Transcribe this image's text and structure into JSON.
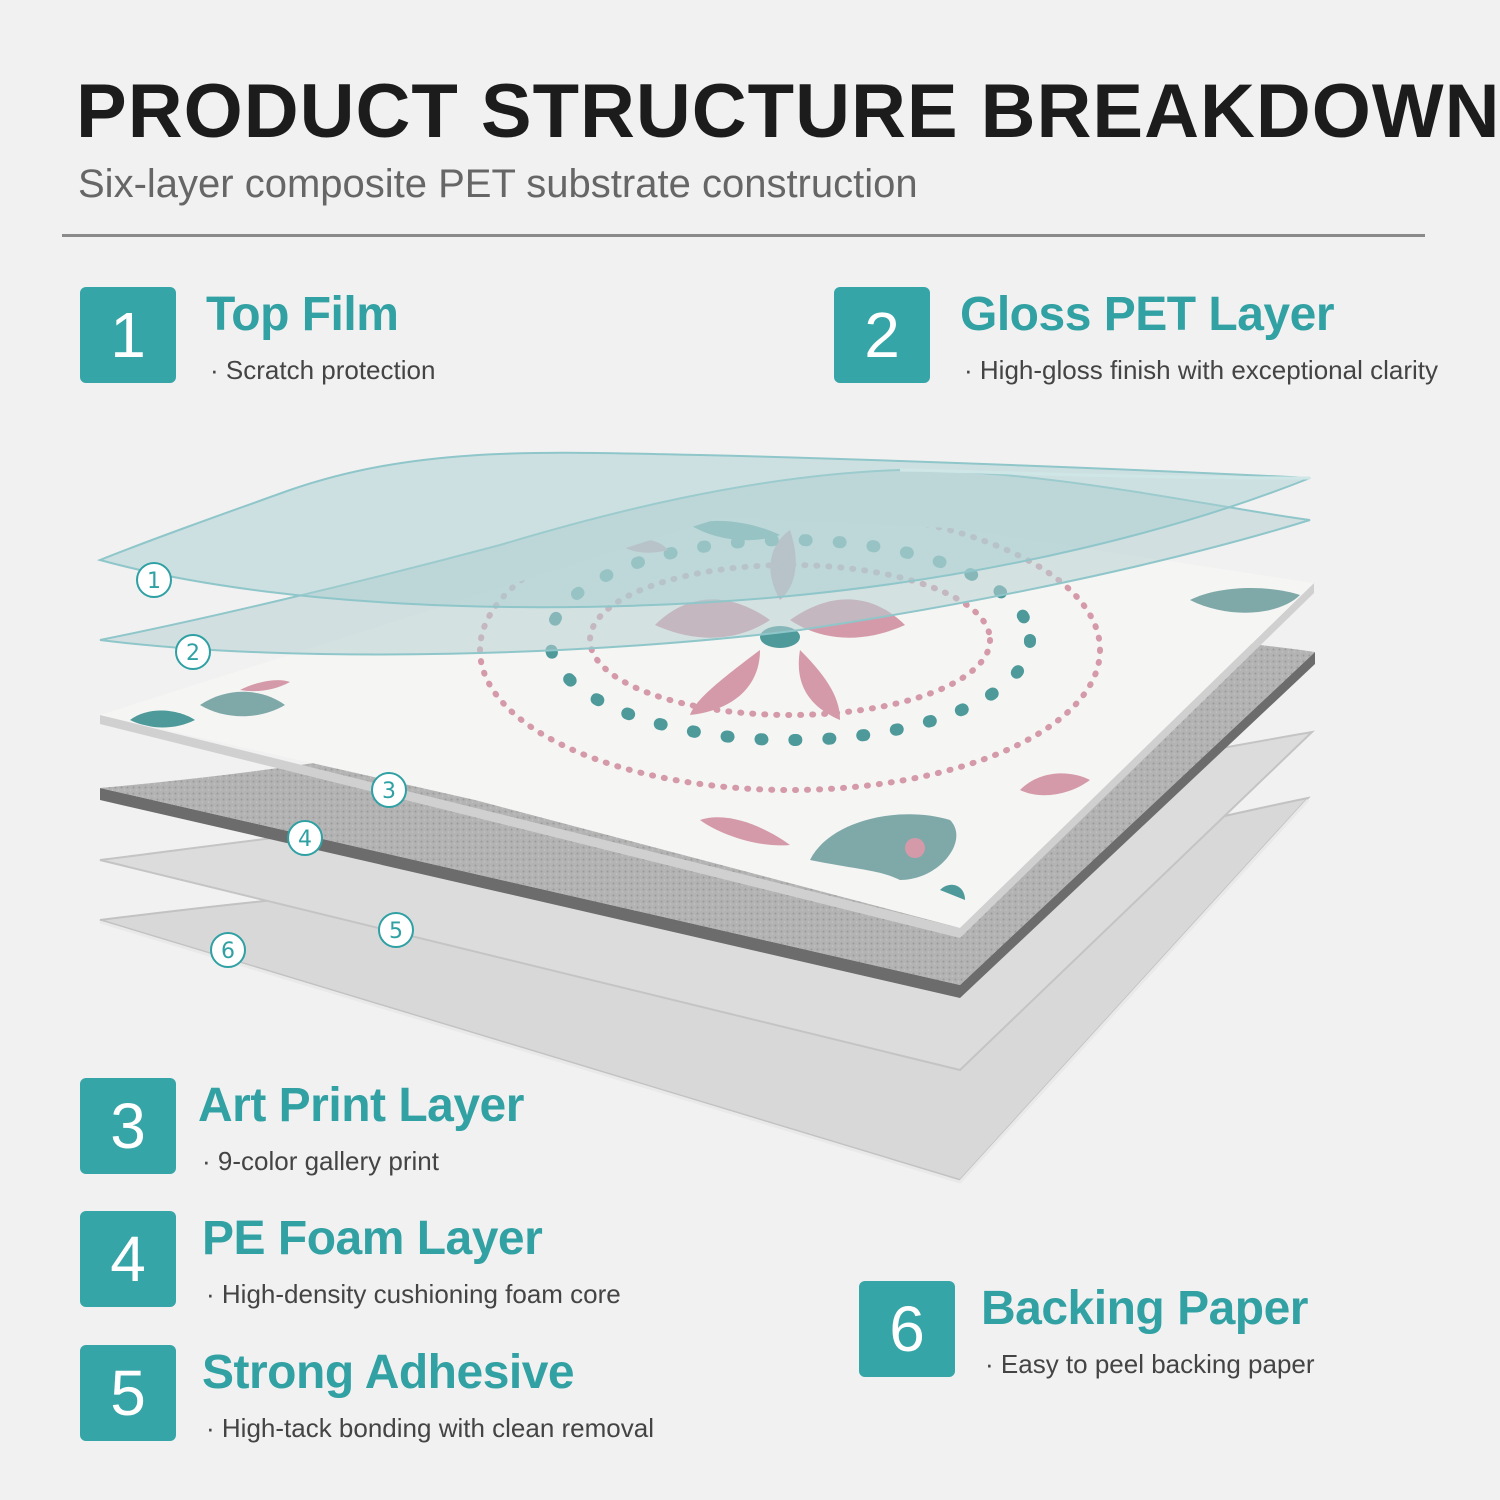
{
  "header": {
    "title": "PRODUCT STRUCTURE BREAKDOWN",
    "subtitle": "Six-layer composite PET substrate construction"
  },
  "layers": [
    {
      "number": "1",
      "title": "Top Film",
      "description": "Scratch protection"
    },
    {
      "number": "2",
      "title": "Gloss PET Layer",
      "description": "High-gloss finish with exceptional clarity"
    },
    {
      "number": "3",
      "title": "Art Print Layer",
      "description": "9-color gallery print"
    },
    {
      "number": "4",
      "title": "PE Foam Layer",
      "description": "High-density cushioning foam core"
    },
    {
      "number": "5",
      "title": "Strong Adhesive",
      "description": "High-tack bonding with clean removal"
    },
    {
      "number": "6",
      "title": "Backing Paper",
      "description": "Easy to peel backing paper"
    }
  ],
  "callouts": [
    "1",
    "2",
    "3",
    "4",
    "5",
    "6"
  ],
  "colors": {
    "accent": "#35a5a7",
    "pattern_teal": "#4e9a9b",
    "pattern_pink": "#d59aa9",
    "foam_gray": "#a9a9a9",
    "film_tint": "#a9cfd2"
  }
}
